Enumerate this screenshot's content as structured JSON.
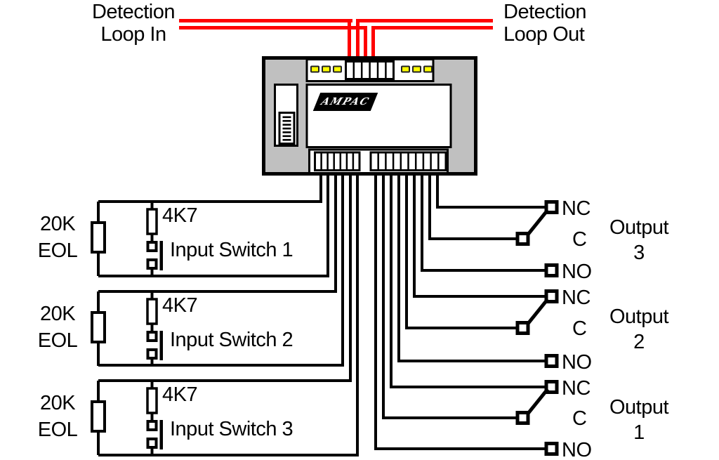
{
  "loop_in": {
    "line1": "Detection",
    "line2": "Loop In"
  },
  "loop_out": {
    "line1": "Detection",
    "line2": "Loop Out"
  },
  "brand": "AMPAC",
  "inputs": [
    {
      "eol_value": "20K",
      "eol_label": "EOL",
      "resistor_value": "4K7",
      "switch_label": "Input Switch 1"
    },
    {
      "eol_value": "20K",
      "eol_label": "EOL",
      "resistor_value": "4K7",
      "switch_label": "Input Switch 2"
    },
    {
      "eol_value": "20K",
      "eol_label": "EOL",
      "resistor_value": "4K7",
      "switch_label": "Input Switch 3"
    }
  ],
  "outputs": [
    {
      "nc": "NC",
      "c": "C",
      "no": "NO",
      "title": "Output",
      "number": "3"
    },
    {
      "nc": "NC",
      "c": "C",
      "no": "NO",
      "title": "Output",
      "number": "2"
    },
    {
      "nc": "NC",
      "c": "C",
      "no": "NO",
      "title": "Output",
      "number": "1"
    }
  ],
  "colors": {
    "loop_wire": "#FF0000",
    "signal_wire": "#000000",
    "module_body": "#C0C0C0",
    "led": "#FFFF00"
  }
}
